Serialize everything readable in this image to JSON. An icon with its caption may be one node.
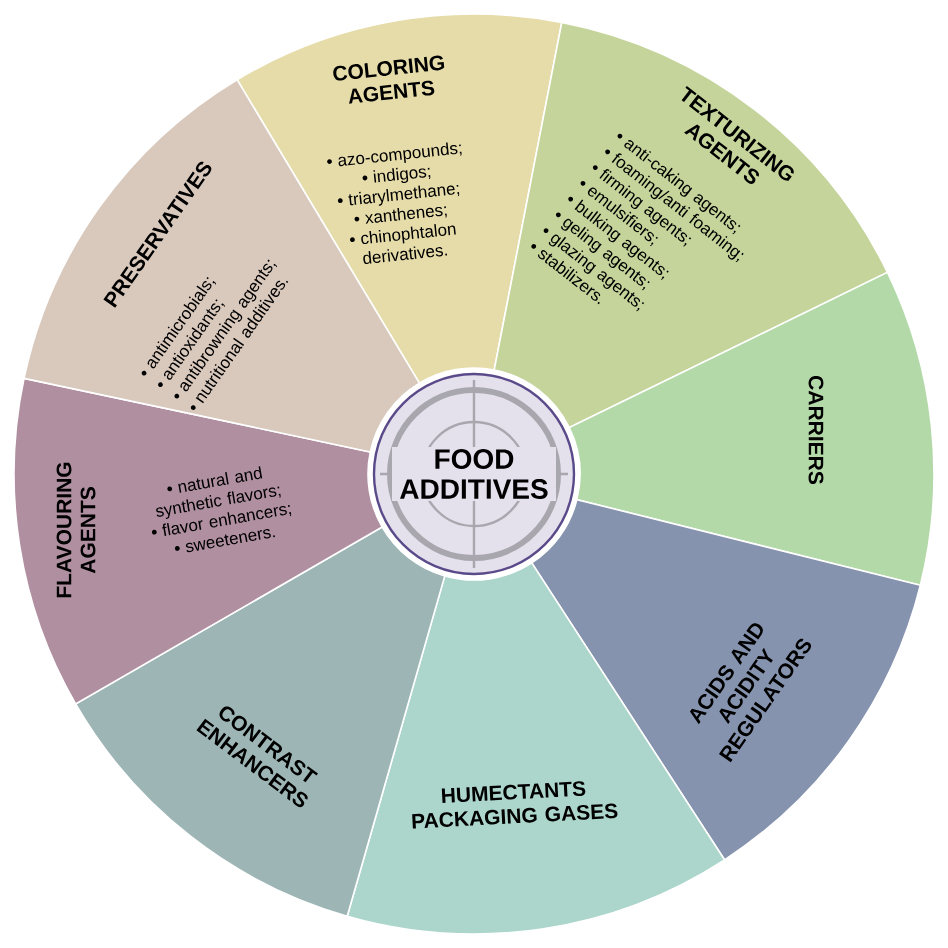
{
  "diagram": {
    "nodes": [
      {
        "text": [
          "FOOD ADDITIVES"
        ]
      },
      {
        "text": [
          "COLORING AGENTS",
          "azo-compounds;",
          "indigos;",
          "triarylmethane;",
          "xanthenes;",
          "chinophtalon derivatives."
        ]
      },
      {
        "text": [
          "TEXTURIZING AGENTS",
          "anti-caking agents;",
          "foaming/anti foaming;",
          "firming agents;",
          "emulsifiers;",
          "bulking agents;",
          "geling agents;",
          "glazing agents;",
          "stabilizers."
        ]
      },
      {
        "text": [
          "CARRIERS"
        ]
      },
      {
        "text": [
          "ACIDS AND ACIDITY REGULATORS"
        ]
      },
      {
        "text": [
          "HUMECTANTS PACKAGING GASES"
        ]
      },
      {
        "text": [
          "CONTRAST ENHANCERS"
        ]
      },
      {
        "text": [
          "FLAVOURING AGENTS",
          "natural and synthetic flavors;",
          "flavor enhancers;",
          "sweeteners."
        ]
      },
      {
        "text": [
          "PRESERVATIVES",
          "antimicrobials;",
          "antioxidants;",
          "antibrowning agents;",
          "nutritional additives."
        ]
      }
    ]
  }
}
